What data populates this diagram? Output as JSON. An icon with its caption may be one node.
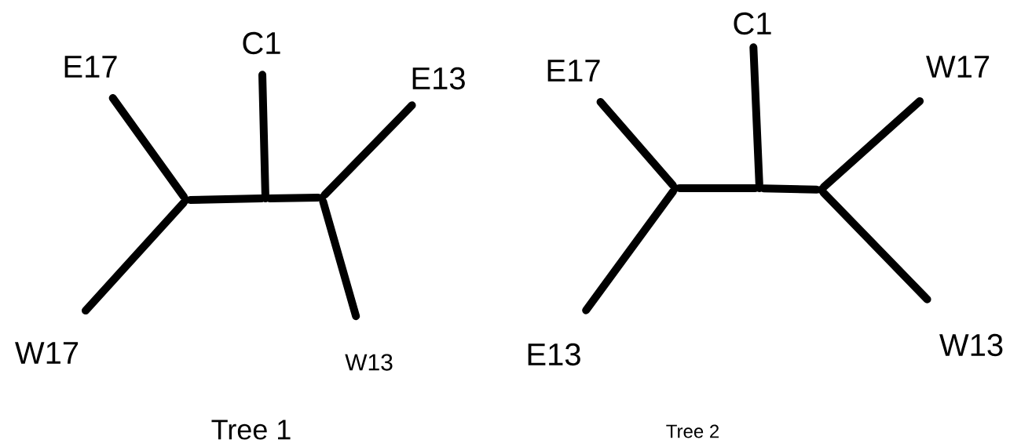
{
  "diagram": {
    "nodes": [
      {
        "text": [
          "E17"
        ]
      },
      {
        "text": [
          "C1"
        ]
      },
      {
        "text": [
          "E13"
        ]
      },
      {
        "text": [
          "W17"
        ]
      },
      {
        "text": [
          "W13"
        ]
      },
      {
        "text": [],
        "shape": "point"
      },
      {
        "text": [],
        "shape": "point"
      },
      {
        "text": [],
        "shape": "point"
      },
      {
        "text": [
          "E17"
        ]
      },
      {
        "text": [
          "C1"
        ]
      },
      {
        "text": [
          "W17"
        ]
      },
      {
        "text": [
          "E13"
        ]
      },
      {
        "text": [
          "W13"
        ]
      },
      {
        "text": [],
        "shape": "point"
      },
      {
        "text": [],
        "shape": "point"
      },
      {
        "text": [],
        "shape": "point"
      }
    ],
    "edges": [
      {
        "from": 5,
        "to": 0,
        "arrow": "none"
      },
      {
        "from": 5,
        "to": 3,
        "arrow": "none"
      },
      {
        "from": 5,
        "to": 6,
        "arrow": "none"
      },
      {
        "from": 6,
        "to": 1,
        "arrow": "none"
      },
      {
        "from": 6,
        "to": 7,
        "arrow": "none"
      },
      {
        "from": 7,
        "to": 2,
        "arrow": "none"
      },
      {
        "from": 7,
        "to": 4,
        "arrow": "none"
      },
      {
        "from": 13,
        "to": 8,
        "arrow": "none"
      },
      {
        "from": 13,
        "to": 11,
        "arrow": "none"
      },
      {
        "from": 13,
        "to": 14,
        "arrow": "none"
      },
      {
        "from": 14,
        "to": 9,
        "arrow": "none"
      },
      {
        "from": 14,
        "to": 15,
        "arrow": "none"
      },
      {
        "from": 15,
        "to": 10,
        "arrow": "none"
      },
      {
        "from": 15,
        "to": 12,
        "arrow": "none"
      }
    ],
    "labels": [
      "Tree 1",
      "Tree 2"
    ]
  }
}
